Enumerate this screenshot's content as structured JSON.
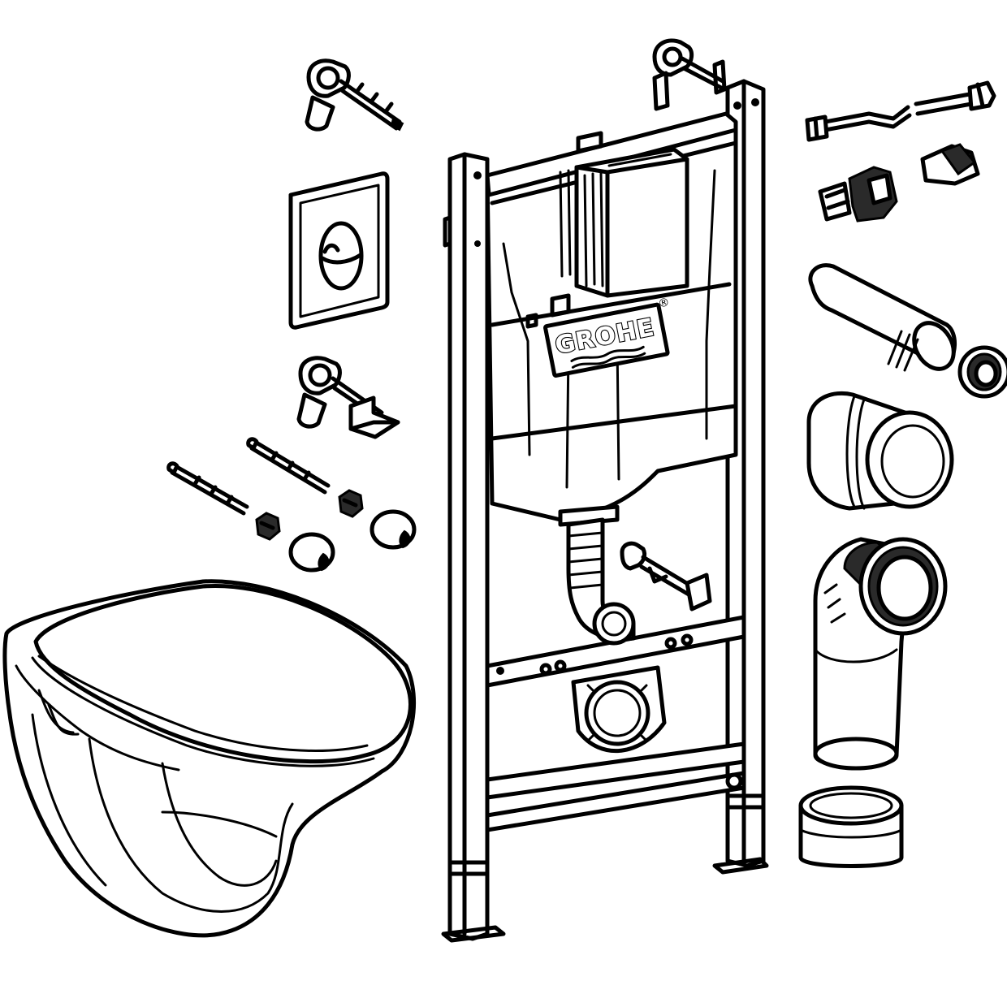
{
  "brand": {
    "logo_text": "GROHE",
    "registered_mark": "®"
  },
  "colors": {
    "line": "#000000",
    "background": "#ffffff"
  },
  "components": [
    {
      "id": "wall-hung-toilet-bowl",
      "icon": "toilet-icon"
    },
    {
      "id": "installation-frame",
      "icon": "frame-icon"
    },
    {
      "id": "concealed-cistern",
      "icon": "cistern-icon"
    },
    {
      "id": "flush-plate",
      "icon": "flush-plate-icon"
    },
    {
      "id": "wall-brackets",
      "icon": "bracket-icon"
    },
    {
      "id": "bowl-fixing-kit",
      "icon": "bolt-icon"
    },
    {
      "id": "water-supply-hose",
      "icon": "hose-icon"
    },
    {
      "id": "connection-fittings",
      "icon": "fitting-icon"
    },
    {
      "id": "flush-pipe",
      "icon": "pipe-icon"
    },
    {
      "id": "drain-bend",
      "icon": "bend-icon"
    },
    {
      "id": "end-cap",
      "icon": "cap-icon"
    }
  ]
}
